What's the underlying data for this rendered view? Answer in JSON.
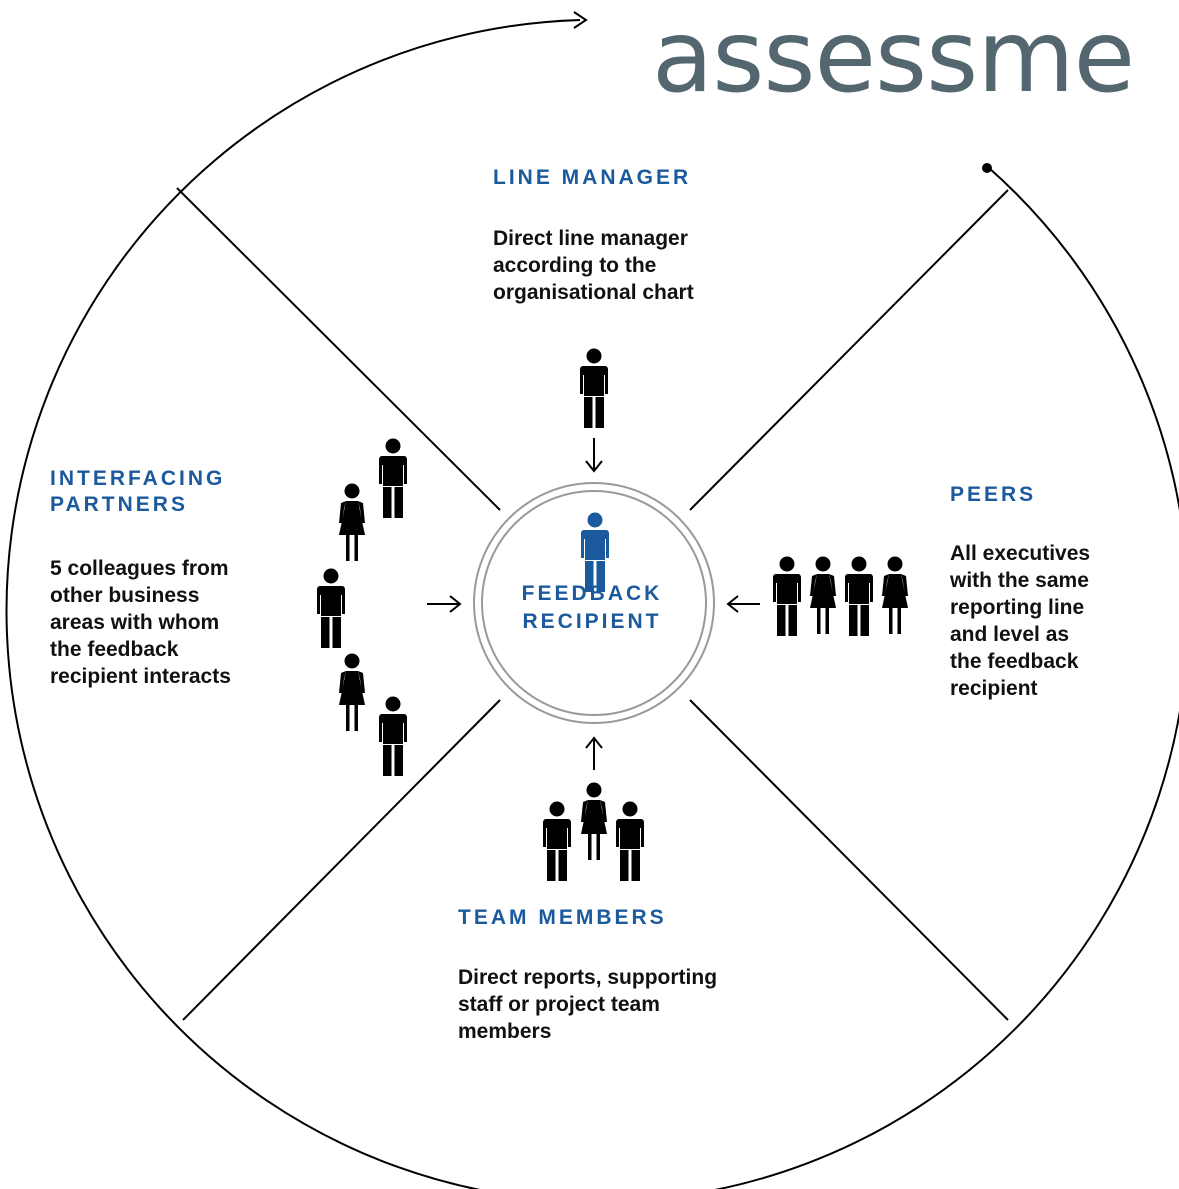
{
  "brand": {
    "text": "assessme"
  },
  "center": {
    "line1": "FEEDBACK",
    "line2": "RECIPIENT"
  },
  "sections": {
    "line_manager": {
      "title": "LINE MANAGER",
      "desc": [
        "Direct line manager",
        "according to the",
        "organisational chart"
      ]
    },
    "peers": {
      "title": "PEERS",
      "desc": [
        "All executives",
        "with the same",
        "reporting line",
        "and level as",
        "the feedback",
        "recipient"
      ]
    },
    "interfacing_partners": {
      "title": [
        "INTERFACING",
        "PARTNERS"
      ],
      "desc": [
        "5 colleagues from",
        "other business",
        "areas with whom",
        "the feedback",
        "recipient interacts"
      ]
    },
    "team_members": {
      "title": "TEAM MEMBERS",
      "desc": [
        "Direct reports, supporting",
        "staff or project team",
        "members"
      ]
    }
  },
  "colors": {
    "accent": "#1b5a9c",
    "figure": "#000000",
    "brand": "#546770"
  },
  "icons": [
    "person-male-icon",
    "person-female-icon",
    "arrow-right-icon",
    "arrow-left-icon",
    "arrow-up-icon",
    "arrow-down-icon"
  ]
}
